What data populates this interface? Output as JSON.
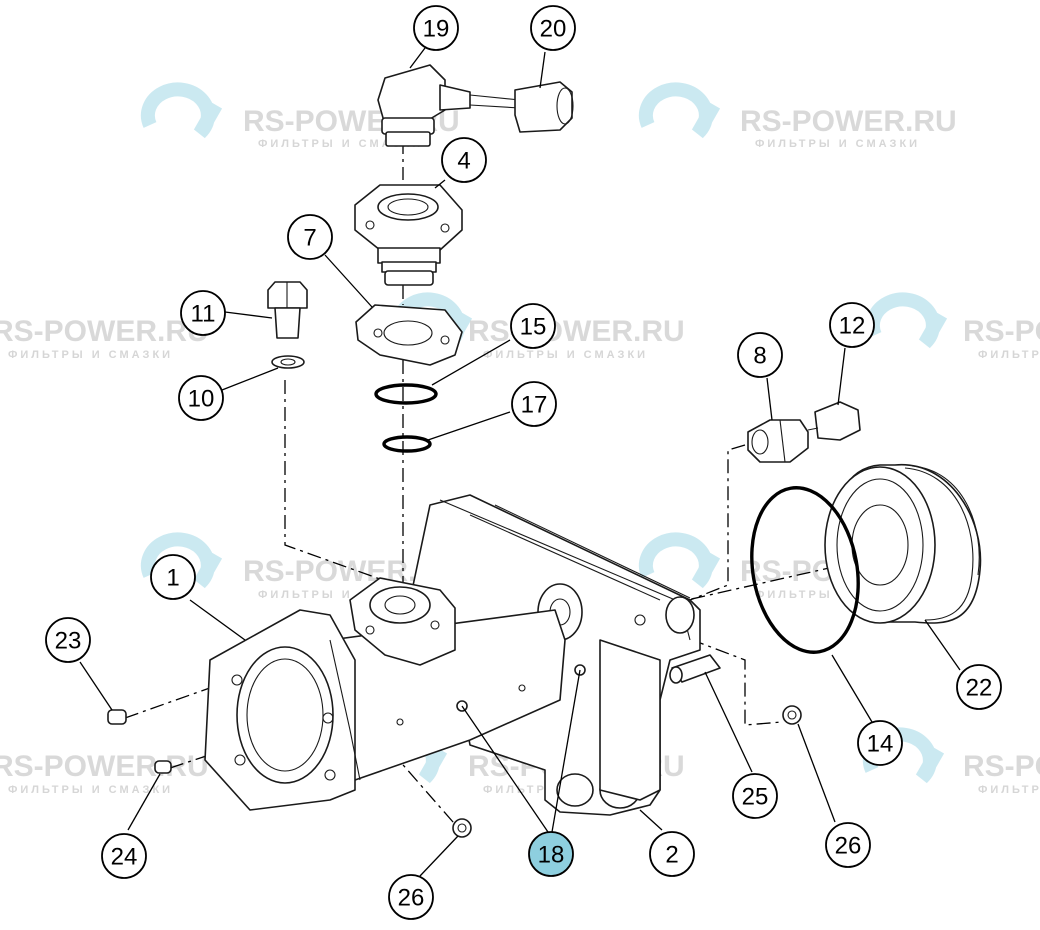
{
  "watermark": {
    "brand": "RS-POWER.RU",
    "tagline": "ФИЛЬТРЫ И СМАЗКИ",
    "logo_color": "#b9e2ec",
    "text_color": "#d3d3d3"
  },
  "highlight_color": "#8ecfdf",
  "callouts": [
    {
      "id": "c19",
      "label": "19",
      "highlight": false
    },
    {
      "id": "c20",
      "label": "20",
      "highlight": false
    },
    {
      "id": "c4",
      "label": "4",
      "highlight": false
    },
    {
      "id": "c7",
      "label": "7",
      "highlight": false
    },
    {
      "id": "c11",
      "label": "11",
      "highlight": false
    },
    {
      "id": "c15",
      "label": "15",
      "highlight": false
    },
    {
      "id": "c10",
      "label": "10",
      "highlight": false
    },
    {
      "id": "c17",
      "label": "17",
      "highlight": false
    },
    {
      "id": "c8",
      "label": "8",
      "highlight": false
    },
    {
      "id": "c12",
      "label": "12",
      "highlight": false
    },
    {
      "id": "c1",
      "label": "1",
      "highlight": false
    },
    {
      "id": "c23",
      "label": "23",
      "highlight": false
    },
    {
      "id": "c22",
      "label": "22",
      "highlight": false
    },
    {
      "id": "c14",
      "label": "14",
      "highlight": false
    },
    {
      "id": "c25",
      "label": "25",
      "highlight": false
    },
    {
      "id": "c24",
      "label": "24",
      "highlight": false
    },
    {
      "id": "c18",
      "label": "18",
      "highlight": true
    },
    {
      "id": "c2",
      "label": "2",
      "highlight": false
    },
    {
      "id": "c26a",
      "label": "26",
      "highlight": false
    },
    {
      "id": "c26b",
      "label": "26",
      "highlight": false
    }
  ]
}
